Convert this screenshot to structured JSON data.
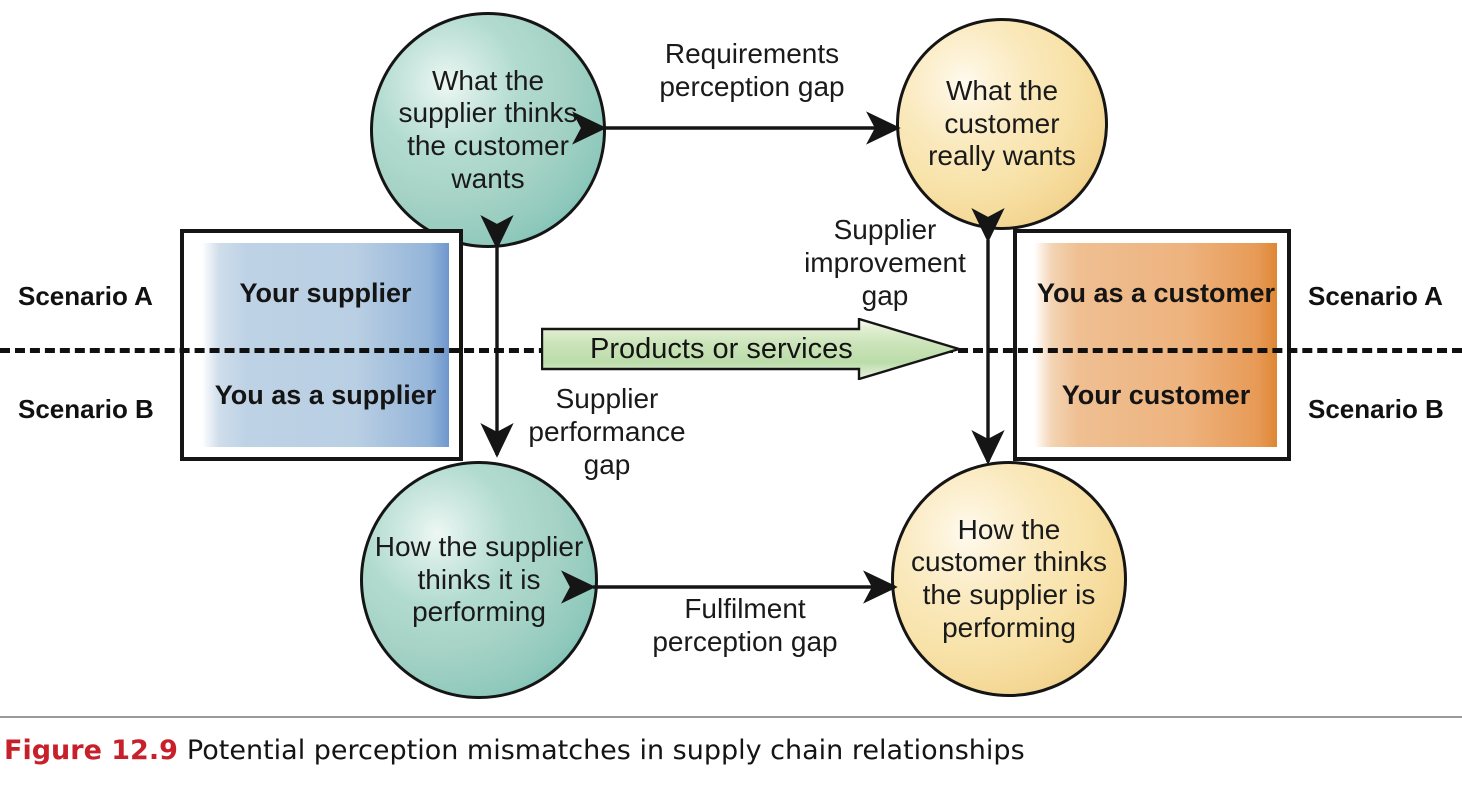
{
  "figure": {
    "number": "Figure 12.9",
    "title": "Potential perception mismatches in supply chain relationships"
  },
  "nodes": {
    "top_left_circle": "What the\nsupplier thinks\nthe customer\nwants",
    "top_right_circle": "What the\ncustomer\nreally wants",
    "bottom_left_circle": "How the\nsupplier\nthinks it is\nperforming",
    "bottom_right_circle": "How the\ncustomer thinks\nthe supplier is\nperforming",
    "left_box_top": "Your\nsupplier",
    "left_box_bottom": "You as a\nsupplier",
    "right_box_top": "You as a\ncustomer",
    "right_box_bottom": "Your\ncustomer"
  },
  "gaps": {
    "requirements": "Requirements\nperception gap",
    "supplier_improvement": "Supplier\nimprovement\ngap",
    "supplier_performance": "Supplier\nperformance\ngap",
    "fulfilment": "Fulfilment\nperception gap"
  },
  "flow": {
    "products_arrow_label": "Products or services"
  },
  "scenarios": {
    "left_a": "Scenario A",
    "left_b": "Scenario B",
    "right_a": "Scenario A",
    "right_b": "Scenario B"
  },
  "colors": {
    "supplier_circle": "#a9d4c8",
    "customer_circle": "#f8e2a8",
    "supplier_box": "#b9cfe3",
    "customer_box": "#eeb37e",
    "products_arrow": "#c9e0b8",
    "figure_number": "#c8202b",
    "stroke": "#151515"
  }
}
